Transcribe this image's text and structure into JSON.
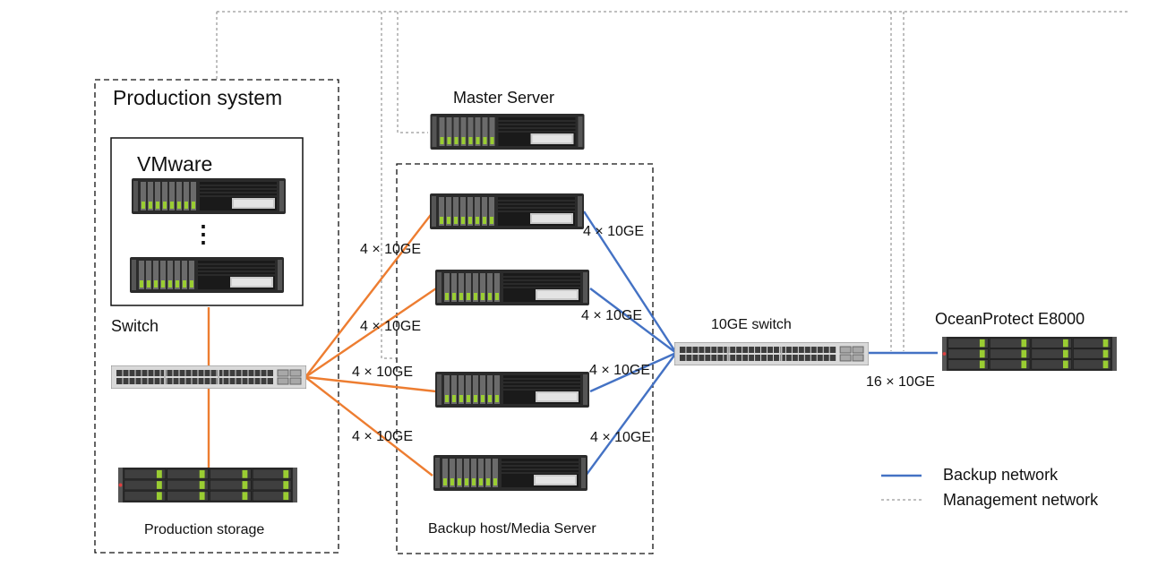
{
  "production": {
    "title": "Production system",
    "vmware_label": "VMware",
    "ellipsis": "⋮",
    "switch_label": "Switch",
    "storage_label": "Production storage"
  },
  "master_server": {
    "label": "Master Server"
  },
  "backup_hosts": {
    "label": "Backup host/Media Server"
  },
  "core_switch": {
    "label": "10GE switch"
  },
  "oceanprotect": {
    "label": "OceanProtect E8000"
  },
  "links": {
    "prod_to_host1": "4 × 10GE",
    "prod_to_host2": "4 × 10GE",
    "prod_to_host3": "4 × 10GE",
    "prod_to_host4": "4 × 10GE",
    "host1_to_switch": "4 × 10GE",
    "host2_to_switch": "4 × 10GE",
    "host3_to_switch": "4 × 10GE",
    "host4_to_switch": "4 × 10GE",
    "switch_to_storage": "16 × 10GE"
  },
  "legend": {
    "backup": "Backup network",
    "management": "Management network"
  },
  "colors": {
    "production_link": "#ed7d31",
    "backup_link": "#4472c4",
    "management_link": "#7f7f7f",
    "device_body": "#2b2b2b",
    "drive_accent": "#9acd32"
  }
}
